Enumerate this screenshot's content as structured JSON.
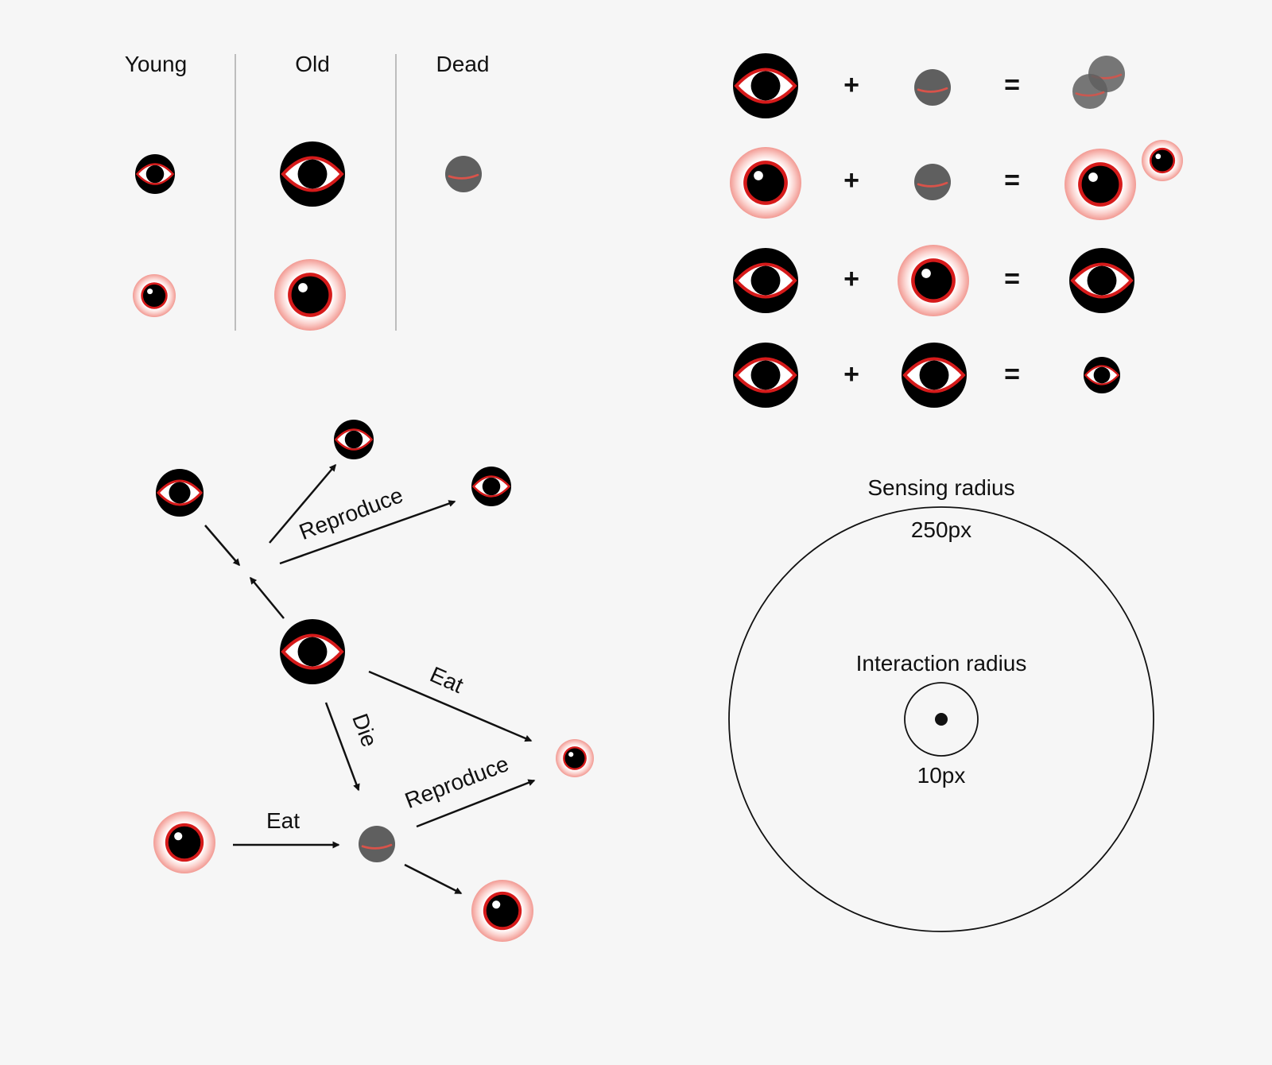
{
  "states": {
    "headers": [
      "Young",
      "Old",
      "Dead"
    ]
  },
  "combinations": {
    "plus": "+",
    "equals": "="
  },
  "lifecycle": {
    "reproduce_1": "Reproduce",
    "reproduce_2": "Reproduce",
    "eat_1": "Eat",
    "eat_2": "Eat",
    "die": "Die"
  },
  "radius": {
    "sensing_title": "Sensing radius",
    "sensing_value": "250px",
    "interaction_title": "Interaction radius",
    "interaction_value": "10px"
  },
  "colors": {
    "predator_body": "#000000",
    "eye_outline": "#d61a1a",
    "prey_glow": "#f4a09a",
    "dead": "#5f5f5f",
    "divider": "#bdbdbd"
  },
  "icons": {
    "predator": "predator-eye-icon",
    "prey": "prey-eye-icon",
    "dead": "dead-cell-icon"
  }
}
